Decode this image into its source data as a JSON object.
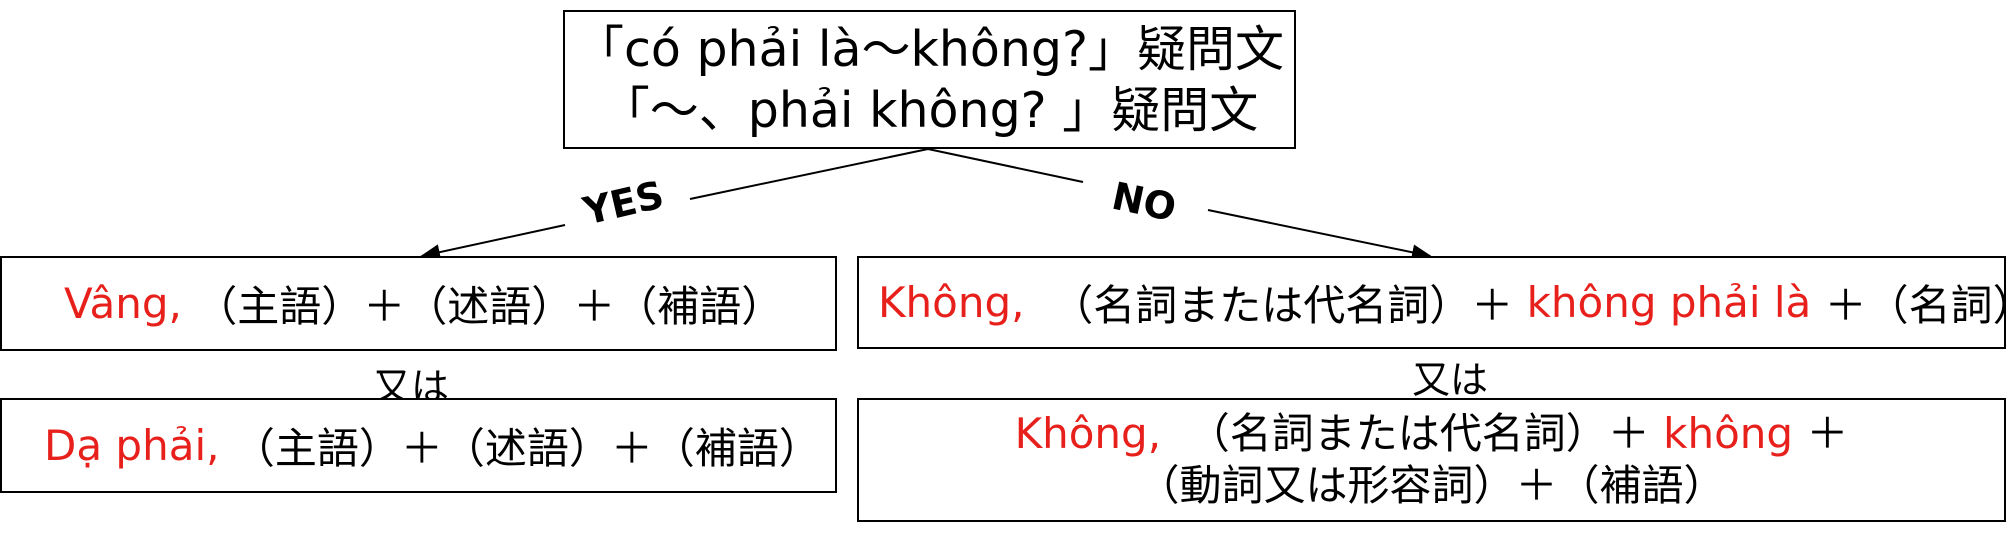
{
  "question": {
    "line1": "「có phải là～không?」疑問文",
    "line2": "「～、phải không? 」疑問文"
  },
  "edges": {
    "yes": "YES",
    "no": "NO"
  },
  "yes_branch": {
    "answer1": {
      "lead": "Vâng,",
      "rest": "（主語）＋（述語）＋（補語）"
    },
    "or_label": "又は",
    "answer2": {
      "lead": "Dạ phải,",
      "rest": "（主語）＋（述語）＋（補語）"
    }
  },
  "no_branch": {
    "answer1": {
      "lead": "Không,",
      "middle": "（名詞または代名詞）＋",
      "keyword": "không phải là",
      "rest": "＋（名詞）"
    },
    "or_label": "又は",
    "answer2": {
      "lead": "Không,",
      "middle": "（名詞または代名詞）＋",
      "keyword": "không",
      "plus": "＋",
      "line2": "（動詞又は形容詞）＋（補語）"
    }
  }
}
